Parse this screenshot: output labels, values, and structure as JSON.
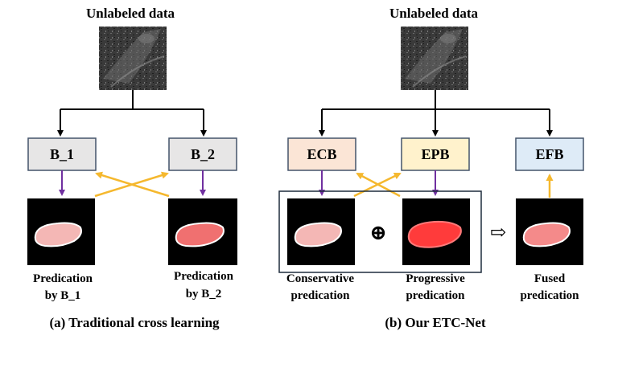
{
  "left_panel": {
    "input_label": "Unlabeled data",
    "branch_1": "B_1",
    "branch_2": "B_2",
    "pred_1_line1": "Predication",
    "pred_1_line2": "by B_1",
    "pred_2_line1": "Predication",
    "pred_2_line2": "by B_2",
    "caption": "(a) Traditional cross learning"
  },
  "right_panel": {
    "input_label": "Unlabeled data",
    "branch_ecb": "ECB",
    "branch_epb": "EPB",
    "branch_efb": "EFB",
    "fuse_operator": "⊕",
    "transfer_arrow": "⇨",
    "pred_conservative_line1": "Conservative",
    "pred_conservative_line2": "predication",
    "pred_progressive_line1": "Progressive",
    "pred_progressive_line2": "predication",
    "pred_fused_line1": "Fused",
    "pred_fused_line2": "predication",
    "caption": "(b) Our ETC-Net"
  },
  "colors": {
    "arrow_black": "#000000",
    "arrow_purple": "#7030a0",
    "arrow_yellow": "#f5b82e",
    "box_b": "#e7e6e6",
    "box_ecb": "#fbe5d6",
    "box_epb": "#fff2cc",
    "box_efb": "#deebf7",
    "mask_light": "#f4b7b5",
    "mask_medium": "#f07070",
    "mask_strong": "#ff3b3b"
  }
}
